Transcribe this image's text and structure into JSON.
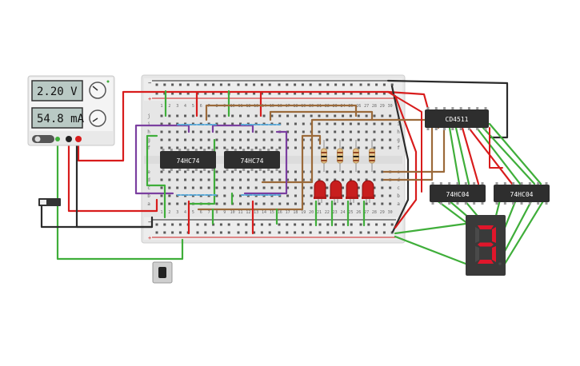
{
  "power_supply": {
    "voltage": "2.20 V",
    "current": "54.8 mA"
  },
  "chips": {
    "ff1": "74HC74",
    "ff2": "74HC74",
    "decoder": "CD4511",
    "inv1": "74HC04",
    "inv2": "74HC04"
  },
  "breadboard": {
    "row_letters_top": [
      "j",
      "i",
      "h",
      "g",
      "f"
    ],
    "row_letters_bottom": [
      "e",
      "d",
      "c",
      "b",
      "a"
    ],
    "col_numbers": [
      "1",
      "2",
      "3",
      "4",
      "5",
      "6",
      "7",
      "8",
      "9",
      "10",
      "11",
      "12",
      "13",
      "14",
      "15",
      "16",
      "17",
      "18",
      "19",
      "20",
      "21",
      "22",
      "23",
      "24",
      "25",
      "26",
      "27",
      "28",
      "29",
      "30"
    ]
  },
  "display": {
    "digit_value": 3,
    "segment_color": "#e0162b"
  },
  "colors": {
    "wire_red": "#d81c1c",
    "wire_green": "#3fae3a",
    "wire_black": "#2b2b2b",
    "wire_purple": "#7b3fa0",
    "wire_brown": "#9b6a3a",
    "wire_blue": "#5aa8d6",
    "led_red": "#c81e1e",
    "chip_body": "#2e2e2e",
    "board_body": "#e9e9e9"
  }
}
